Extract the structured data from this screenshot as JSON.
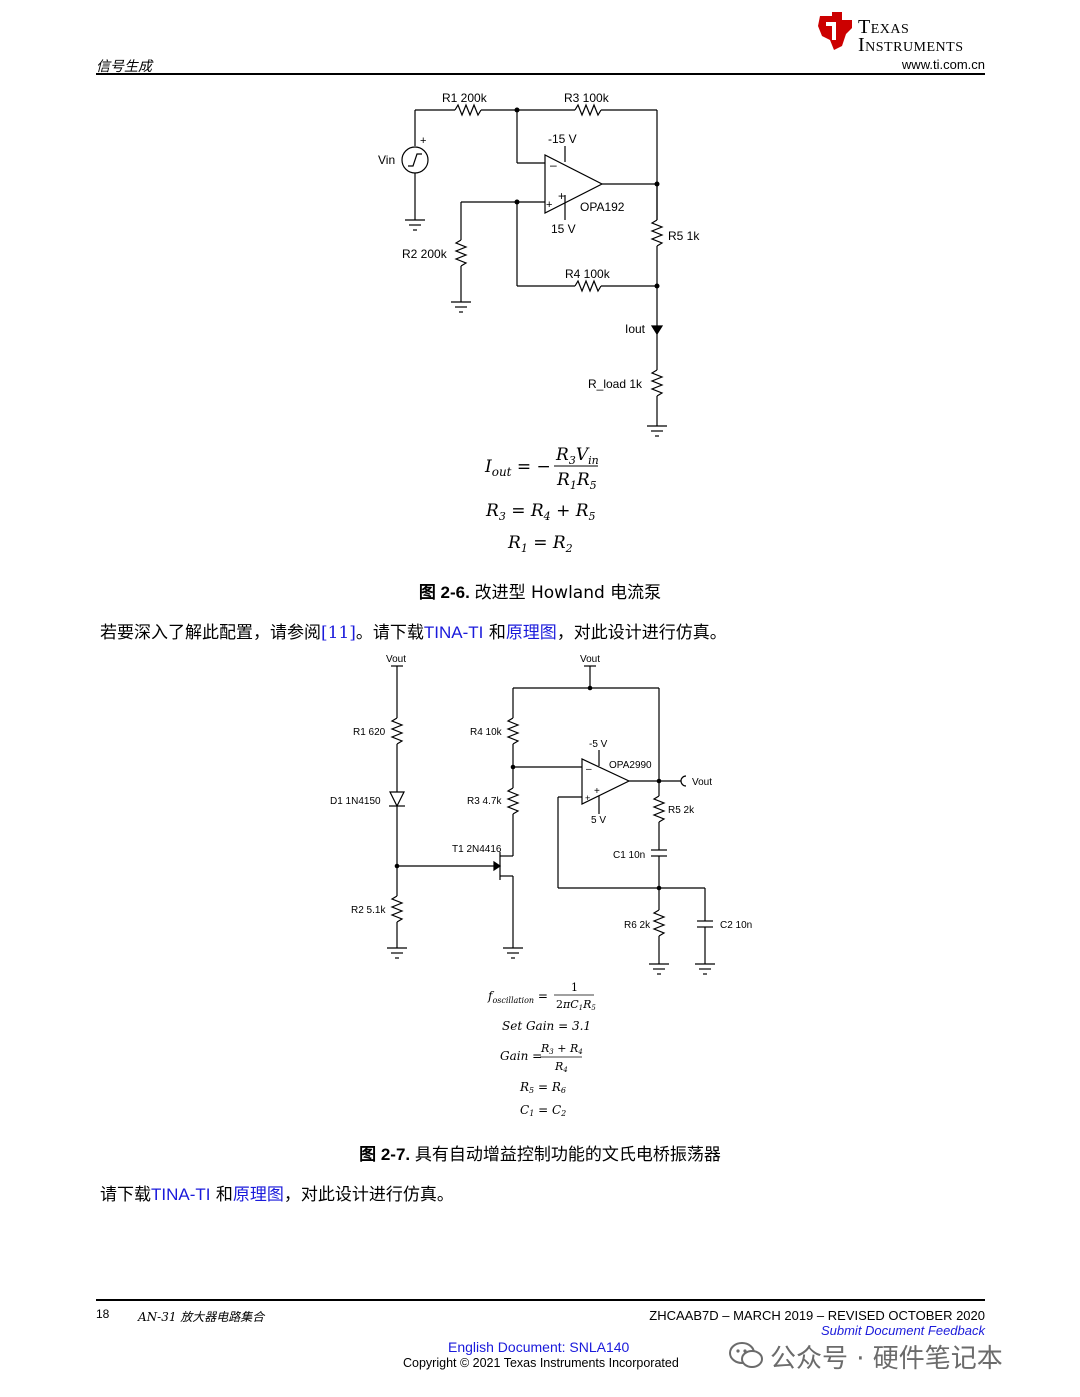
{
  "header": {
    "section_title": "信号生成",
    "logo_line1": "Texas",
    "logo_line2": "Instruments",
    "site": "www.ti.com.cn"
  },
  "fig1": {
    "r1": "R1 200k",
    "r3": "R3 100k",
    "vneg": "-15 V",
    "vin": "Vin",
    "opamp": "OPA192",
    "vpos": "15 V",
    "r5": "R5 1k",
    "r2": "R2 200k",
    "r4": "R4 100k",
    "iout": "Iout",
    "rload": "R_load 1k",
    "caption_prefix": "图 2-6.",
    "caption_text": "改进型 Howland 电流泵"
  },
  "para1": {
    "before": "若要深入了解此配置，请参阅",
    "ref": "[11]",
    "mid": "。请下载",
    "link1": "TINA-TI",
    "and": "和",
    "link2": "原理图",
    "after": "，对此设计进行仿真。"
  },
  "fig2": {
    "vout_left": "Vout",
    "vout_top": "Vout",
    "r1": "R1 620",
    "r4": "R4 10k",
    "vneg": "-5 V",
    "opamp": "OPA2990",
    "vout_right": "Vout",
    "d1": "D1 1N4150",
    "r3": "R3 4.7k",
    "vpos": "5 V",
    "r5": "R5 2k",
    "t1": "T1 2N4416",
    "c1": "C1 10n",
    "r2": "R2 5.1k",
    "r6": "R6 2k",
    "c2": "C2 10n",
    "set_gain": "Set Gain = 3.1",
    "caption_prefix": "图 2-7.",
    "caption_text": "具有自动增益控制功能的文氏电桥振荡器"
  },
  "para2": {
    "before": "请下载",
    "link1": "TINA-TI",
    "and": "和",
    "link2": "原理图",
    "after": "，对此设计进行仿真。"
  },
  "footer": {
    "page": "18",
    "doc_title": "AN-31 放大器电路集合",
    "doc_id": "ZHCAAB7D – MARCH 2019 – REVISED OCTOBER 2020",
    "feedback": "Submit Document Feedback",
    "english_doc": "English Document: SNLA140",
    "copyright": "Copyright © 2021 Texas Instruments Incorporated"
  },
  "watermark": "公众号 · 硬件笔记本",
  "colors": {
    "link": "#1a1adb",
    "ti_red": "#cc0000"
  }
}
